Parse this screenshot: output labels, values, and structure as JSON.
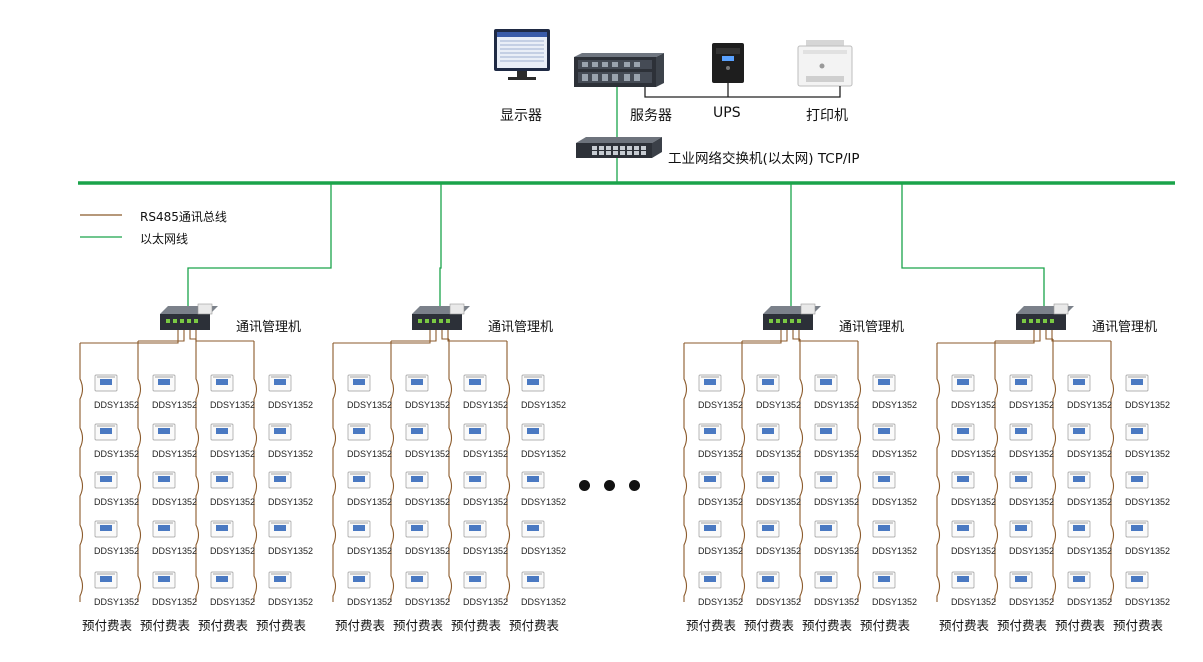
{
  "devices": {
    "monitor_label": "显示器",
    "server_label": "服务器",
    "ups_label": "UPS",
    "printer_label": "打印机",
    "switch_label": "工业网络交换机(以太网) TCP/IP"
  },
  "legend": {
    "rs485_label": "RS485通讯总线",
    "ethernet_label": "以太网线"
  },
  "colors": {
    "rs485": "#8B5A2B",
    "ethernet": "#1aa34a"
  },
  "groups": [
    {
      "manager_label": "通讯管理机",
      "meter_model": "DDSY1352",
      "column_label": "预付费表",
      "columns": 4,
      "rows": 5
    },
    {
      "manager_label": "通讯管理机",
      "meter_model": "DDSY1352",
      "column_label": "预付费表",
      "columns": 4,
      "rows": 5
    },
    {
      "manager_label": "通讯管理机",
      "meter_model": "DDSY1352",
      "column_label": "预付费表",
      "columns": 4,
      "rows": 5
    },
    {
      "manager_label": "通讯管理机",
      "meter_model": "DDSY1352",
      "column_label": "预付费表",
      "columns": 4,
      "rows": 5
    }
  ]
}
